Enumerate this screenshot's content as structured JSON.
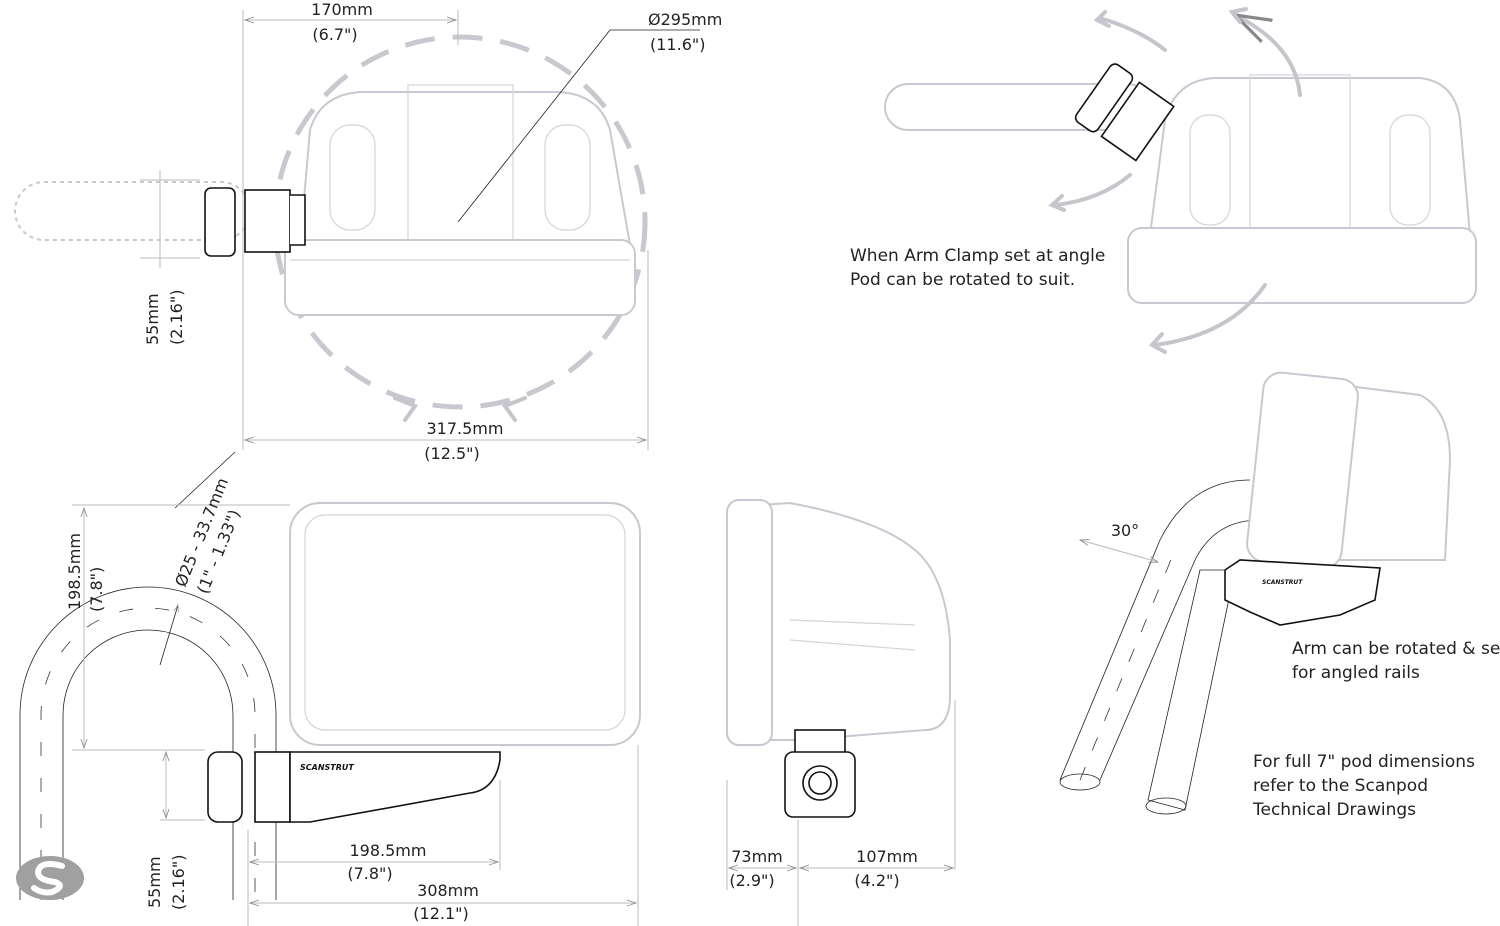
{
  "top_view": {
    "width_offset": {
      "mm": "170mm",
      "in": "(6.7\")"
    },
    "rotation_diameter": {
      "mm": "Ø295mm",
      "in": "(11.6\")"
    },
    "clamp_height": {
      "mm": "55mm",
      "in": "(2.16\")"
    },
    "total_width": {
      "mm": "317.5mm",
      "in": "(12.5\")"
    }
  },
  "rotation_view": {
    "note_line1": "When Arm Clamp set at angle",
    "note_line2": "Pod can be rotated to suit."
  },
  "front_view": {
    "height": {
      "mm": "198.5mm",
      "in": "(7.8\")"
    },
    "rail_diameter": {
      "mm": "Ø25 - 33.7mm",
      "in": "(1\" - 1.33\")"
    },
    "clamp_height": {
      "mm": "55mm",
      "in": "(2.16\")"
    },
    "arm_length": {
      "mm": "198.5mm",
      "in": "(7.8\")"
    },
    "total_length": {
      "mm": "308mm",
      "in": "(12.1\")"
    },
    "brand_on_arm": "SCANSTRUT"
  },
  "side_view": {
    "front_depth": {
      "mm": "73mm",
      "in": "(2.9\")"
    },
    "rear_depth": {
      "mm": "107mm",
      "in": "(4.2\")"
    }
  },
  "angled_view": {
    "angle": "30°",
    "brand_on_arm": "SCANSTRUT",
    "note_line1": "Arm can be rotated & set",
    "note_line2": "for angled rails",
    "ref_line1": "For full 7\" pod dimensions",
    "ref_line2": "refer to the Scanpod",
    "ref_line3": "Technical Drawings"
  },
  "colors": {
    "pod_outline": "#c8c8d0",
    "mount": "#111111",
    "logo": "#a0a0a0"
  }
}
